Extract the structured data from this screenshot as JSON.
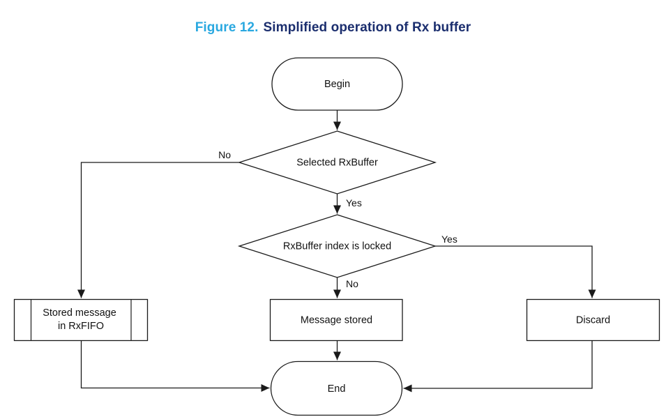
{
  "title": {
    "figure_label": "Figure 12.",
    "caption": "Simplified operation of Rx buffer"
  },
  "colors": {
    "figure_label_blue": "#29a8e0",
    "caption_navy": "#1b2e6e",
    "line_black": "#1a1a1a",
    "shape_fill": "#ffffff"
  },
  "flowchart": {
    "nodes": {
      "begin": {
        "type": "terminator",
        "label": "Begin"
      },
      "selected_rxbuffer": {
        "type": "decision",
        "label": "Selected RxBuffer"
      },
      "rxbuffer_locked": {
        "type": "decision",
        "label": "RxBuffer index is locked"
      },
      "stored_rxfifo": {
        "type": "predefined_process",
        "label_line1": "Stored message",
        "label_line2": "in RxFIFO"
      },
      "message_stored": {
        "type": "process",
        "label": "Message stored"
      },
      "discard": {
        "type": "process",
        "label": "Discard"
      },
      "end": {
        "type": "terminator",
        "label": "End"
      }
    },
    "edge_labels": {
      "selected_no": "No",
      "selected_yes": "Yes",
      "locked_yes": "Yes",
      "locked_no": "No"
    }
  }
}
